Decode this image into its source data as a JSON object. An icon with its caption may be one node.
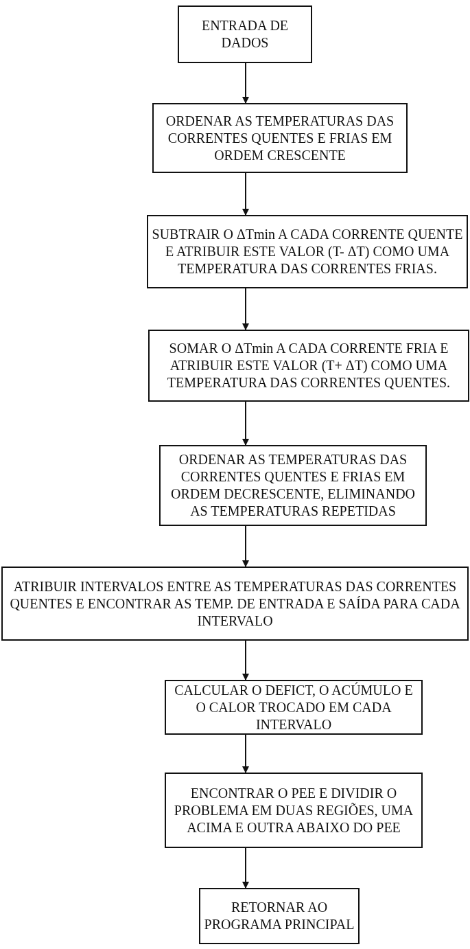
{
  "diagram": {
    "nodes": [
      {
        "text": [
          "ENTRADA DE DADOS"
        ]
      },
      {
        "text": [
          "ORDENAR AS TEMPERATURAS DAS CORRENTES QUENTES E FRIAS EM ORDEM CRESCENTE"
        ]
      },
      {
        "text": [
          "SUBTRAIR O ΔTmin A CADA CORRENTE QUENTE E ATRIBUIR ESTE VALOR (T- ΔT) COMO UMA TEMPERATURA DAS CORRENTES FRIAS."
        ]
      },
      {
        "text": [
          "SOMAR O ΔTmin A CADA CORRENTE FRIA E ATRIBUIR ESTE VALOR (T+ ΔT) COMO UMA TEMPERATURA DAS CORRENTES QUENTES."
        ]
      },
      {
        "text": [
          "ORDENAR AS TEMPERATURAS DAS CORRENTES QUENTES E FRIAS EM ORDEM DECRESCENTE, ELIMINANDO AS TEMPERATURAS REPETIDAS"
        ]
      },
      {
        "text": [
          "ATRIBUIR INTERVALOS ENTRE AS TEMPERATURAS DAS CORRENTES QUENTES E ENCONTRAR AS TEMP. DE ENTRADA E SAÍDA PARA CADA INTERVALO"
        ]
      },
      {
        "text": [
          "CALCULAR O DEFICT, O ACÚMULO E O CALOR TROCADO EM CADA INTERVALO"
        ]
      },
      {
        "text": [
          "ENCONTRAR O PEE E DIVIDIR O PROBLEMA EM DUAS REGIÕES, UMA ACIMA E OUTRA ABAIXO DO PEE"
        ]
      },
      {
        "text": [
          "RETORNAR AO PROGRAMA PRINCIPAL"
        ]
      }
    ],
    "edges": [
      {
        "from": 0,
        "to": 1,
        "arrow": "to"
      },
      {
        "from": 1,
        "to": 2,
        "arrow": "to"
      },
      {
        "from": 2,
        "to": 3,
        "arrow": "to"
      },
      {
        "from": 3,
        "to": 4,
        "arrow": "to"
      },
      {
        "from": 4,
        "to": 5,
        "arrow": "to"
      },
      {
        "from": 5,
        "to": 6,
        "arrow": "to"
      },
      {
        "from": 6,
        "to": 7,
        "arrow": "to"
      },
      {
        "from": 7,
        "to": 8,
        "arrow": "to"
      }
    ]
  }
}
